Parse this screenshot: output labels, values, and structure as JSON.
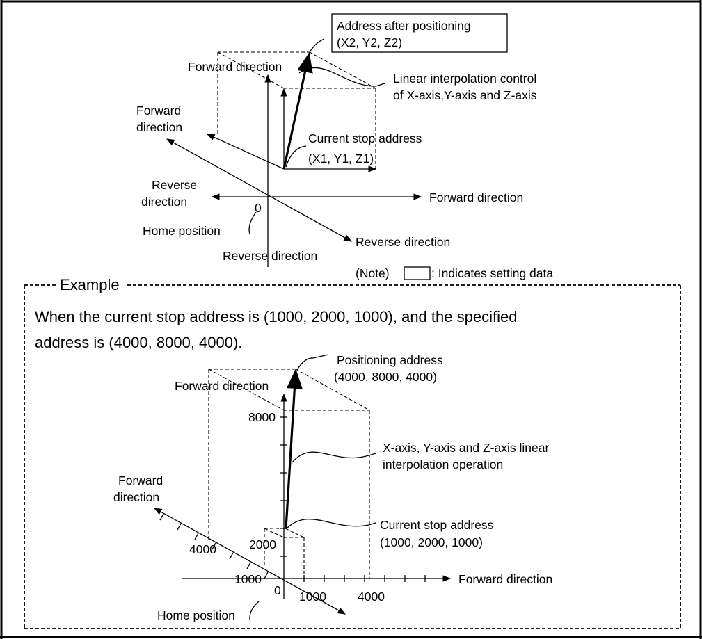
{
  "upper": {
    "address_after_line1": "Address after positioning",
    "address_after_line2": "(X2, Y2, Z2)",
    "forward_top": "Forward direction",
    "linear_interp_line1": "Linear interpolation control",
    "linear_interp_line2": "of X-axis,Y-axis and Z-axis",
    "forward_left_line1": "Forward",
    "forward_left_line2": "direction",
    "current_stop_line1": "Current stop address",
    "current_stop_line2": "(X1, Y1, Z1)",
    "reverse_left_line1": "Reverse",
    "reverse_left_line2": "direction",
    "forward_right": "Forward direction",
    "origin_zero": "0",
    "home_position": "Home position",
    "reverse_diag": "Reverse direction",
    "reverse_bottom": "Reverse direction",
    "note_prefix": "(Note)",
    "note_suffix": ": Indicates setting data"
  },
  "example": {
    "legend": "Example",
    "text_line1": "When the current stop address is (1000, 2000, 1000), and the specified",
    "text_line2": "address is (4000, 8000, 4000).",
    "positioning_line1": "Positioning address",
    "positioning_line2": "(4000, 8000, 4000)",
    "forward_top": "Forward direction",
    "tick_8000": "8000",
    "interp_line1": "X-axis, Y-axis and Z-axis linear",
    "interp_line2": "interpolation operation",
    "forward_left_line1": "Forward",
    "forward_left_line2": "direction",
    "current_stop_line1": "Current stop address",
    "current_stop_line2": "(1000, 2000, 1000)",
    "tick_4000_left": "4000",
    "tick_2000": "2000",
    "tick_1000_left": "1000",
    "forward_right": "Forward direction",
    "origin_zero": "0",
    "tick_1000_right": "1000",
    "tick_4000_right": "4000",
    "home_position": "Home position"
  }
}
